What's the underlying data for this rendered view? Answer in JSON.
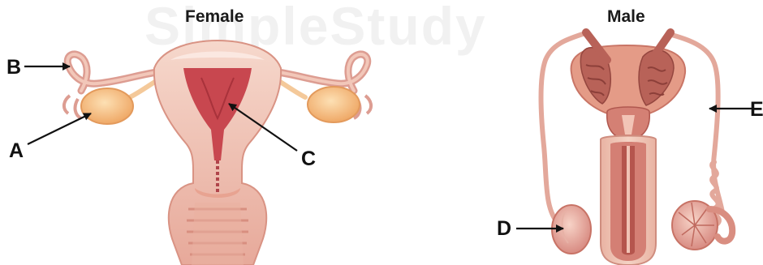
{
  "headings": {
    "female": "Female",
    "male": "Male"
  },
  "watermark": "SimpleStudy",
  "labels": {
    "a": "A",
    "b": "B",
    "c": "C",
    "d": "D",
    "e": "E"
  },
  "colors": {
    "skin": "#eec5b4",
    "skin_dark": "#d98f86",
    "uterus_inner": "#c8474f",
    "ovary": "#f6b976",
    "muscle": "#b86258",
    "arrow": "#111111"
  }
}
